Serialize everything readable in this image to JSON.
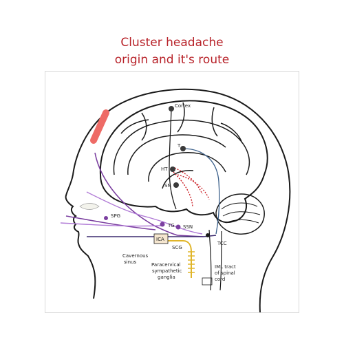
{
  "title": {
    "line1": "Cluster headache",
    "line2": "origin and it's route"
  },
  "labels": {
    "cortex": "Cortex",
    "t": "T",
    "ht": "HT",
    "sn": "SN",
    "spg": "SPG",
    "tg": "TG",
    "ssn": "SSN",
    "ica": "ICA",
    "scg": "SCG",
    "tcc": "TCC",
    "cavernous_sinus_1": "Cavernous",
    "cavernous_sinus_2": "sinus",
    "paracervical_1": "Paracervical",
    "paracervical_2": "sympathetic",
    "paracervical_3": "ganglia",
    "iml_1": "IML tract",
    "iml_2": "of spinal",
    "iml_3": "cord"
  },
  "colors": {
    "title": "#b8232a",
    "head_outline": "#1a1a1a",
    "pain_region": "#ee6b66",
    "trigeminal_purple": "#7b3fa0",
    "parasympathetic_violet": "#b07ad6",
    "hypothalamic_pathway": "#cc2229",
    "sympathetic_chain": "#e0b52a",
    "blue_pathway": "#3a5f8a",
    "node": "#3a3a3a"
  }
}
